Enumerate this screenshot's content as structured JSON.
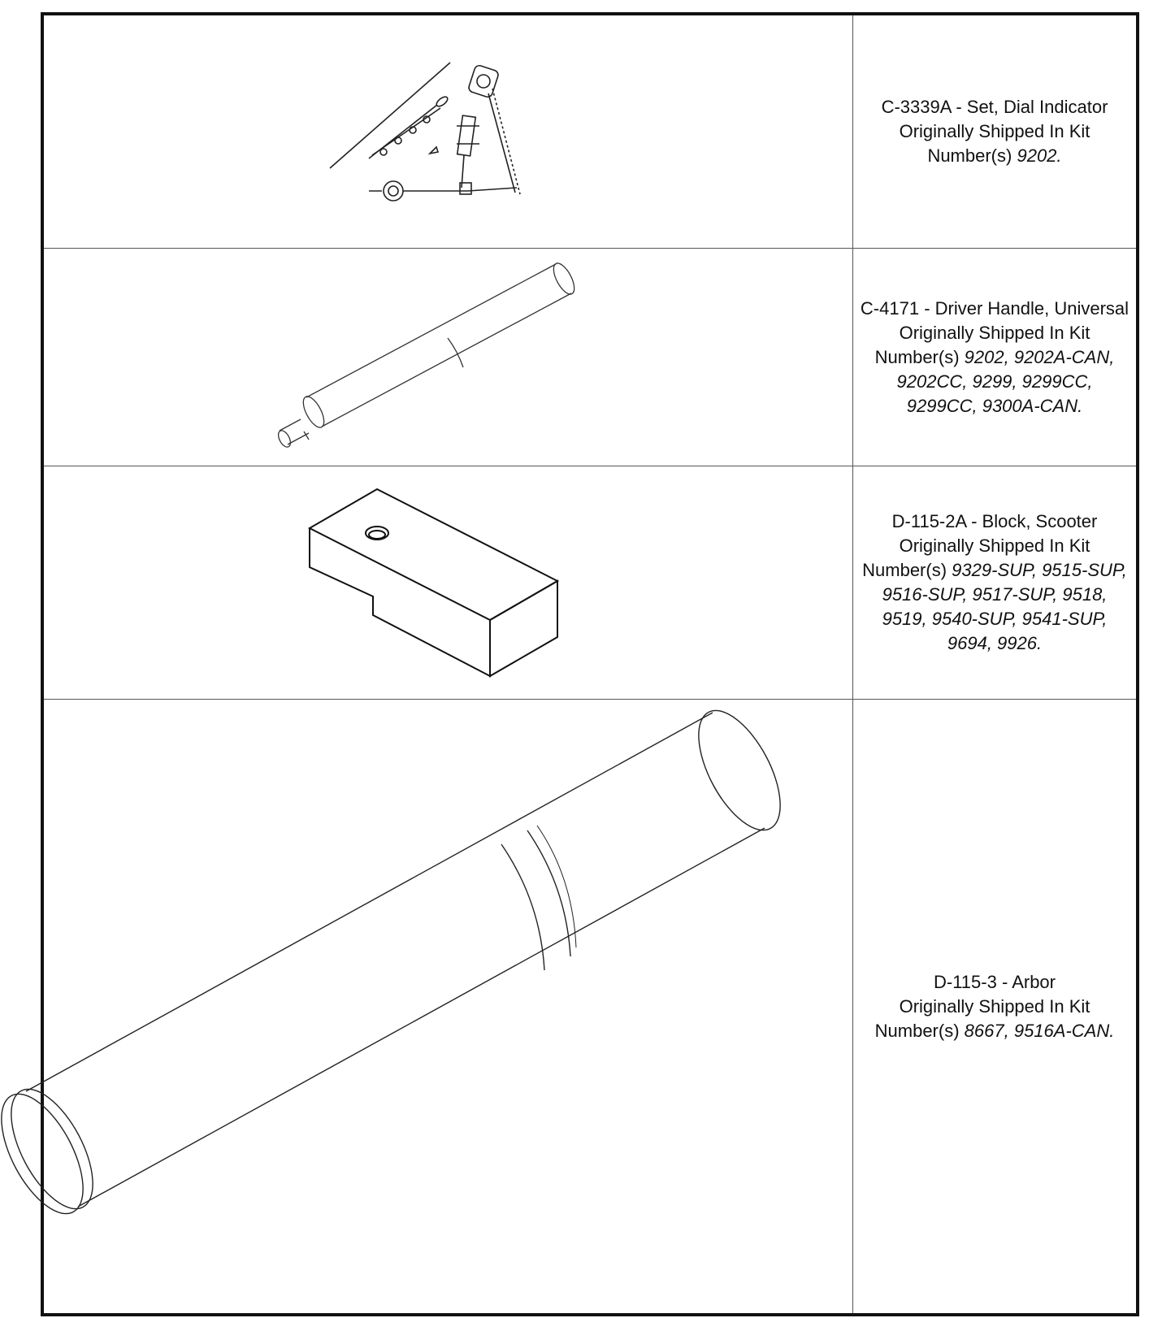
{
  "tools": [
    {
      "part_number": "C-3339A",
      "description": "Set, Dial Indicator",
      "shipped_label": "Originally Shipped In Kit",
      "numbers_label": "Number(s)",
      "kits": "9202."
    },
    {
      "part_number": "C-4171",
      "description": "Driver Handle, Universal",
      "shipped_label": "Originally Shipped In Kit",
      "numbers_label": "Number(s)",
      "kits": "9202, 9202A-CAN, 9202CC, 9299, 9299CC, 9299CC, 9300A-CAN."
    },
    {
      "part_number": "D-115-2A",
      "description": "Block, Scooter",
      "shipped_label": "Originally Shipped In Kit",
      "numbers_label": "Number(s)",
      "kits": "9329-SUP, 9515-SUP, 9516-SUP, 9517-SUP, 9518, 9519, 9540-SUP, 9541-SUP, 9694, 9926."
    },
    {
      "part_number": "D-115-3",
      "description": "Arbor",
      "shipped_label": "Originally Shipped In Kit",
      "numbers_label": "Number(s)",
      "kits": "8667, 9516A-CAN."
    }
  ]
}
